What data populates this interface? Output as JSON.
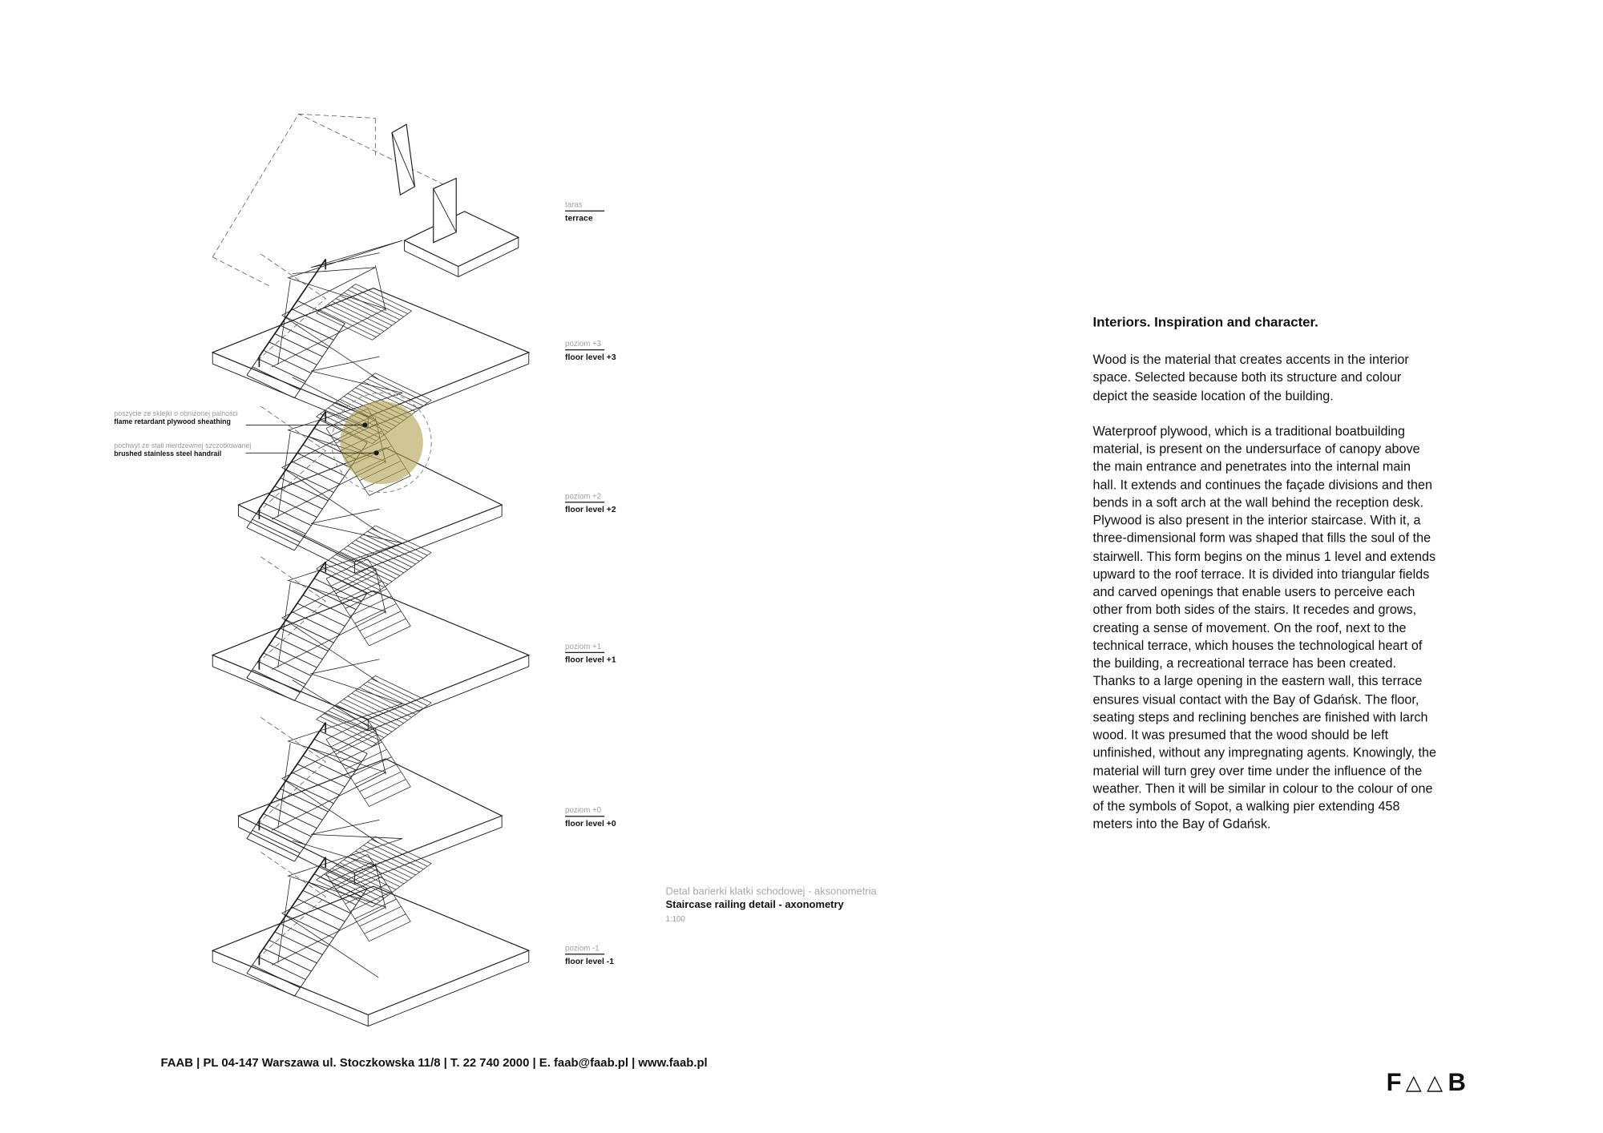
{
  "drawing": {
    "levels": [
      {
        "pl": "taras",
        "en": "terrace"
      },
      {
        "pl": "poziom +3",
        "en": "floor level +3"
      },
      {
        "pl": "poziom +2",
        "en": "floor level +2"
      },
      {
        "pl": "poziom +1",
        "en": "floor level +1"
      },
      {
        "pl": "poziom +0",
        "en": "floor level +0"
      },
      {
        "pl": "poziom -1",
        "en": "floor level -1"
      }
    ],
    "annotations": [
      {
        "pl": "poszycie ze sklejki o obniżonej palności",
        "en": "flame retardant plywood sheathing"
      },
      {
        "pl": "pochwyt ze stali nierdzewnej szczotkowanej",
        "en": "brushed stainless steel handrail"
      }
    ],
    "caption": {
      "pl": "Detal barierki klatki schodowej - aksonometria",
      "en": "Staircase railing detail - axonometry",
      "scale": "1:100"
    },
    "highlight_color": "#b0a04f",
    "line_color": "#1c1c1c"
  },
  "article": {
    "title": "Interiors. Inspiration and character.",
    "paragraphs": [
      "Wood is the material that creates accents in the interior space. Selected because both its structure and colour depict the seaside location of the building.",
      "Waterproof plywood, which is a traditional boatbuilding material, is present on the undersurface of canopy above the main entrance and penetrates into the internal main hall. It extends and continues the façade divisions and then bends in a soft arch at the wall behind the reception desk. Plywood is also present in the interior staircase. With it, a three-dimensional form was shaped that fills the soul of the stairwell. This form begins on the minus 1 level and extends upward to the roof terrace. It is divided into triangular fields and carved openings that enable users to perceive each other from both sides of the stairs. It recedes and grows, creating a sense of movement. On the roof, next to the technical terrace, which houses the technological heart of the building, a recreational terrace has been created. Thanks to a large opening in the eastern wall, this terrace ensures visual contact with the Bay of Gdańsk. The floor, seating steps and reclining benches are finished with larch wood. It was presumed that the wood should be left unfinished, without any impregnating agents. Knowingly, the material will turn grey over time under the influence of the weather. Then it will be similar in colour to the colour of one of the symbols of Sopot, a walking pier extending 458 meters into the Bay of Gdańsk."
    ]
  },
  "footer": {
    "contact": "FAAB | PL 04-147 Warszawa ul. Stoczkowska 11/8 | T. 22 740 2000 | E. faab@faab.pl | www.faab.pl"
  },
  "logo": {
    "letters": [
      "F",
      "△",
      "△",
      "B"
    ]
  }
}
